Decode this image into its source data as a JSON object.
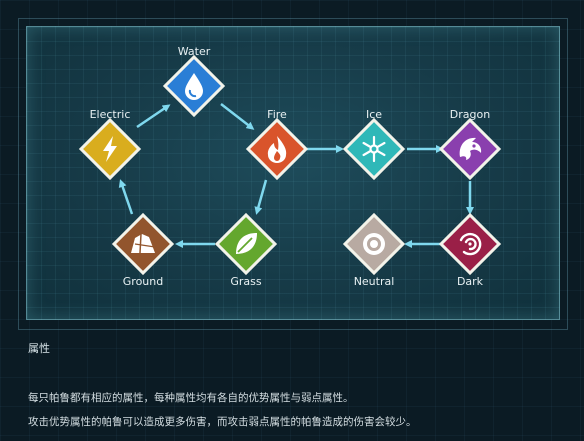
{
  "diagram": {
    "elements": {
      "water": {
        "label": "Water",
        "icon": "water-drop-icon",
        "color": "#2a7ed6"
      },
      "fire": {
        "label": "Fire",
        "icon": "flame-icon",
        "color": "#d9542b"
      },
      "ice": {
        "label": "Ice",
        "icon": "snowflake-icon",
        "color": "#2fb8b8"
      },
      "dragon": {
        "label": "Dragon",
        "icon": "dragon-icon",
        "color": "#8a3fae"
      },
      "dark": {
        "label": "Dark",
        "icon": "vortex-icon",
        "color": "#9a1f47"
      },
      "neutral": {
        "label": "Neutral",
        "icon": "target-ring-icon",
        "color": "#b8aaa2"
      },
      "grass": {
        "label": "Grass",
        "icon": "leaf-icon",
        "color": "#64a72e"
      },
      "ground": {
        "label": "Ground",
        "icon": "rock-icon",
        "color": "#92552d"
      },
      "electric": {
        "label": "Electric",
        "icon": "lightning-icon",
        "color": "#d9ad1e"
      }
    },
    "arrow_color": "#7fd8ee"
  },
  "info": {
    "title": "属性",
    "line1": "每只帕鲁都有相应的属性，每种属性均有各自的优势属性与弱点属性。",
    "line2": "攻击优势属性的帕鲁可以造成更多伤害，而攻击弱点属性的帕鲁造成的伤害会较少。"
  }
}
